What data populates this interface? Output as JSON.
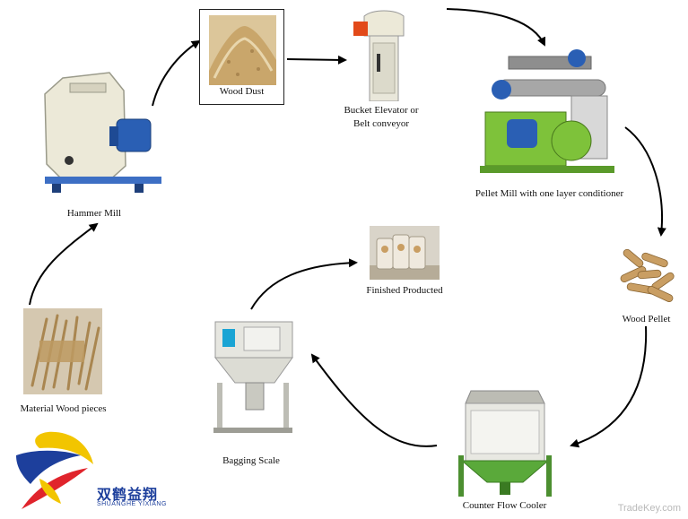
{
  "labels": {
    "wood_dust": "Wood Dust",
    "bucket_elevator_line1": "Bucket Elevator or",
    "bucket_elevator_line2": "Belt conveyor",
    "pellet_mill": "Pellet Mill with one layer conditioner",
    "hammer_mill": "Hammer Mill",
    "wood_pellet": "Wood Pellet",
    "finished_producted": "Finished Producted",
    "material_wood": "Material Wood    pieces",
    "bagging_scale": "Bagging Scale",
    "counter_flow_cooler": "Counter Flow Cooler"
  },
  "brand": {
    "name_cn": "双鹤益翔",
    "name_en": "SHUANGHE YIXIANG"
  },
  "watermark": "TradeKey.com",
  "colors": {
    "arrow": "#000000",
    "machine_cream": "#ece9d8",
    "motor_blue": "#2255a8",
    "pellet_green": "#7ec23a",
    "cooler_green": "#5aa93a",
    "logo_blue": "#1d3f9c",
    "logo_red": "#e0242c",
    "logo_yellow": "#f2c500",
    "wood_tan": "#c99e63"
  }
}
